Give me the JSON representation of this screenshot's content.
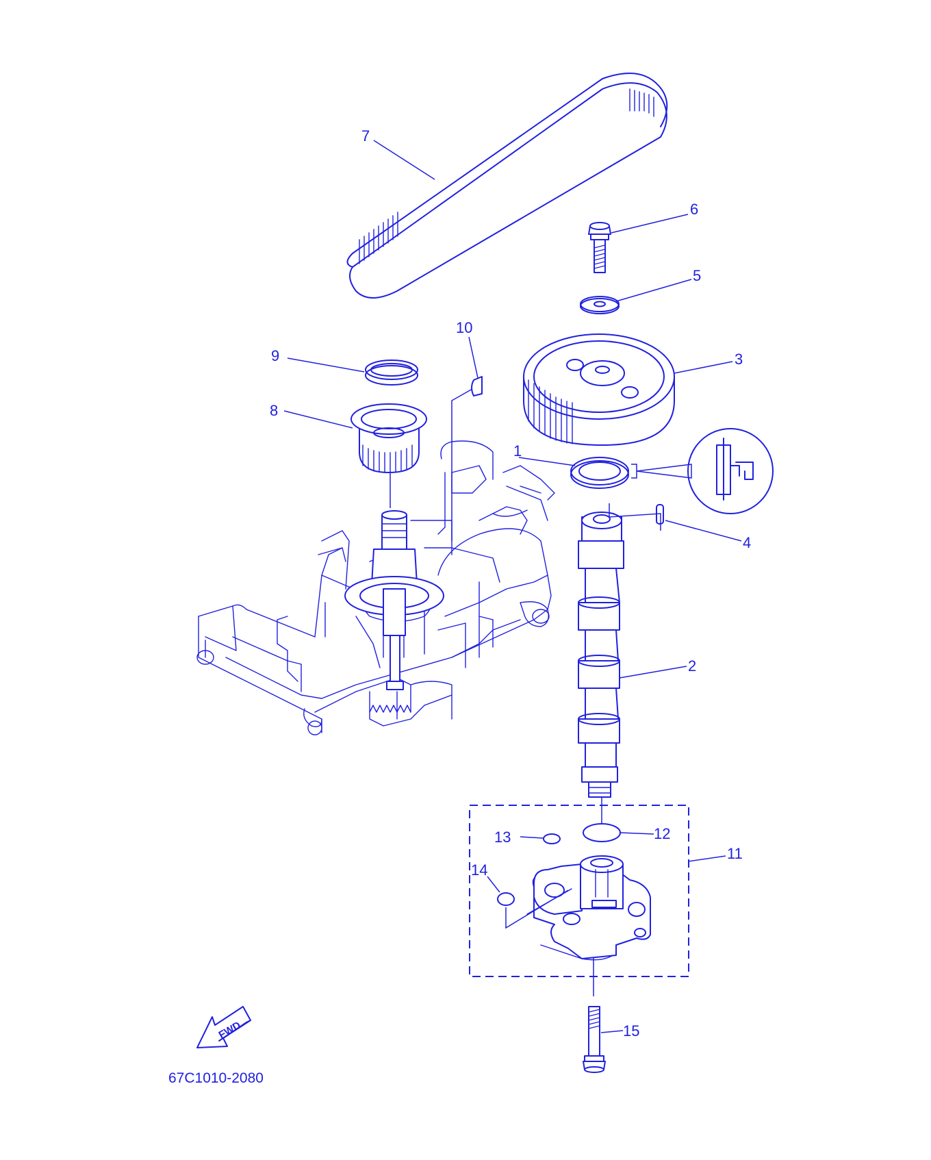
{
  "diagram": {
    "part_code": "67C1010-2080",
    "fwd_label": "FWD",
    "line_color": "#2020e0",
    "callouts": [
      {
        "id": "1",
        "label": "1"
      },
      {
        "id": "2",
        "label": "2"
      },
      {
        "id": "3",
        "label": "3"
      },
      {
        "id": "4",
        "label": "4"
      },
      {
        "id": "5",
        "label": "5"
      },
      {
        "id": "6",
        "label": "6"
      },
      {
        "id": "7",
        "label": "7"
      },
      {
        "id": "8",
        "label": "8"
      },
      {
        "id": "9",
        "label": "9"
      },
      {
        "id": "10",
        "label": "10"
      },
      {
        "id": "11",
        "label": "11"
      },
      {
        "id": "12",
        "label": "12"
      },
      {
        "id": "13",
        "label": "13"
      },
      {
        "id": "14",
        "label": "14"
      },
      {
        "id": "15",
        "label": "15"
      }
    ]
  }
}
